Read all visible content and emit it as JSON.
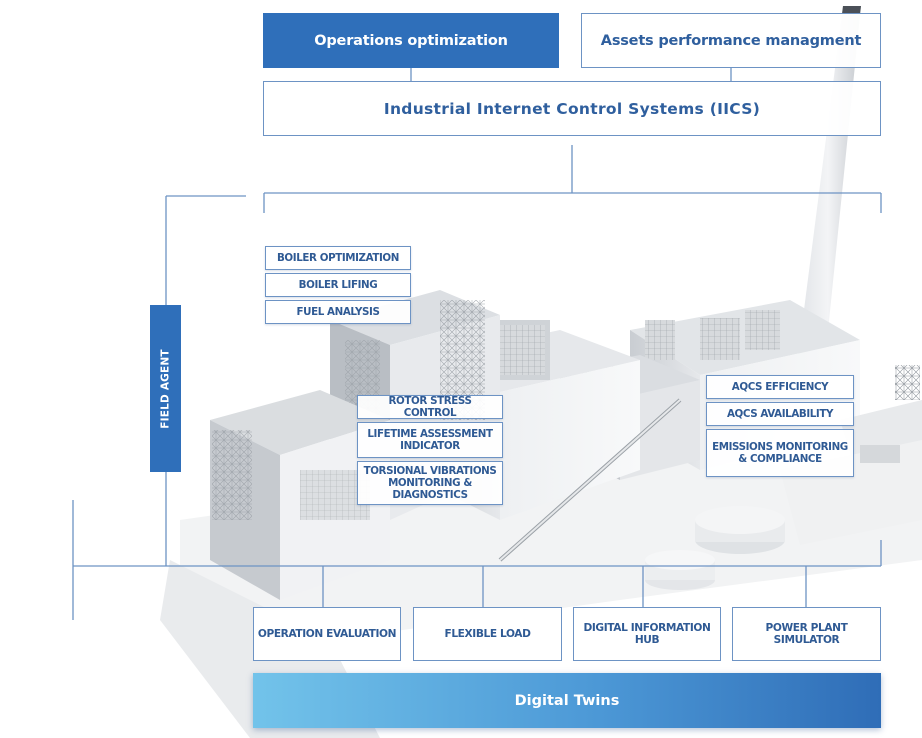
{
  "top": {
    "operations_label": "Operations optimization",
    "assets_label": "Assets performance managment",
    "iics_label": "Industrial Internet Control Systems (IICS)"
  },
  "field_agent": {
    "label": "FIELD AGENT"
  },
  "boiler": {
    "items": [
      "BOILER OPTIMIZATION",
      "BOILER LIFING",
      "FUEL ANALYSIS"
    ]
  },
  "turbine": {
    "items": [
      "ROTOR STRESS CONTROL",
      "LIFETIME ASSESSMENT INDICATOR",
      "TORSIONAL VIBRATIONS MONITORING & DIAGNOSTICS"
    ]
  },
  "aqcs": {
    "items": [
      "AQCS EFFICIENCY",
      "AQCS AVAILABILITY",
      "EMISSIONS MONITORING & COMPLIANCE"
    ]
  },
  "bottom": {
    "items": [
      "OPERATION EVALUATION",
      "FLEXIBLE LOAD",
      "DIGITAL INFORMATION HUB",
      "POWER PLANT SIMULATOR"
    ]
  },
  "digital_twins": {
    "label": "Digital Twins"
  },
  "colors": {
    "primary_blue": "#2f6fba",
    "text_blue": "#2f5f9e",
    "line_blue": "#6d93c4",
    "gradient_start": "#72c3ea",
    "gradient_end": "#2f6db7"
  }
}
